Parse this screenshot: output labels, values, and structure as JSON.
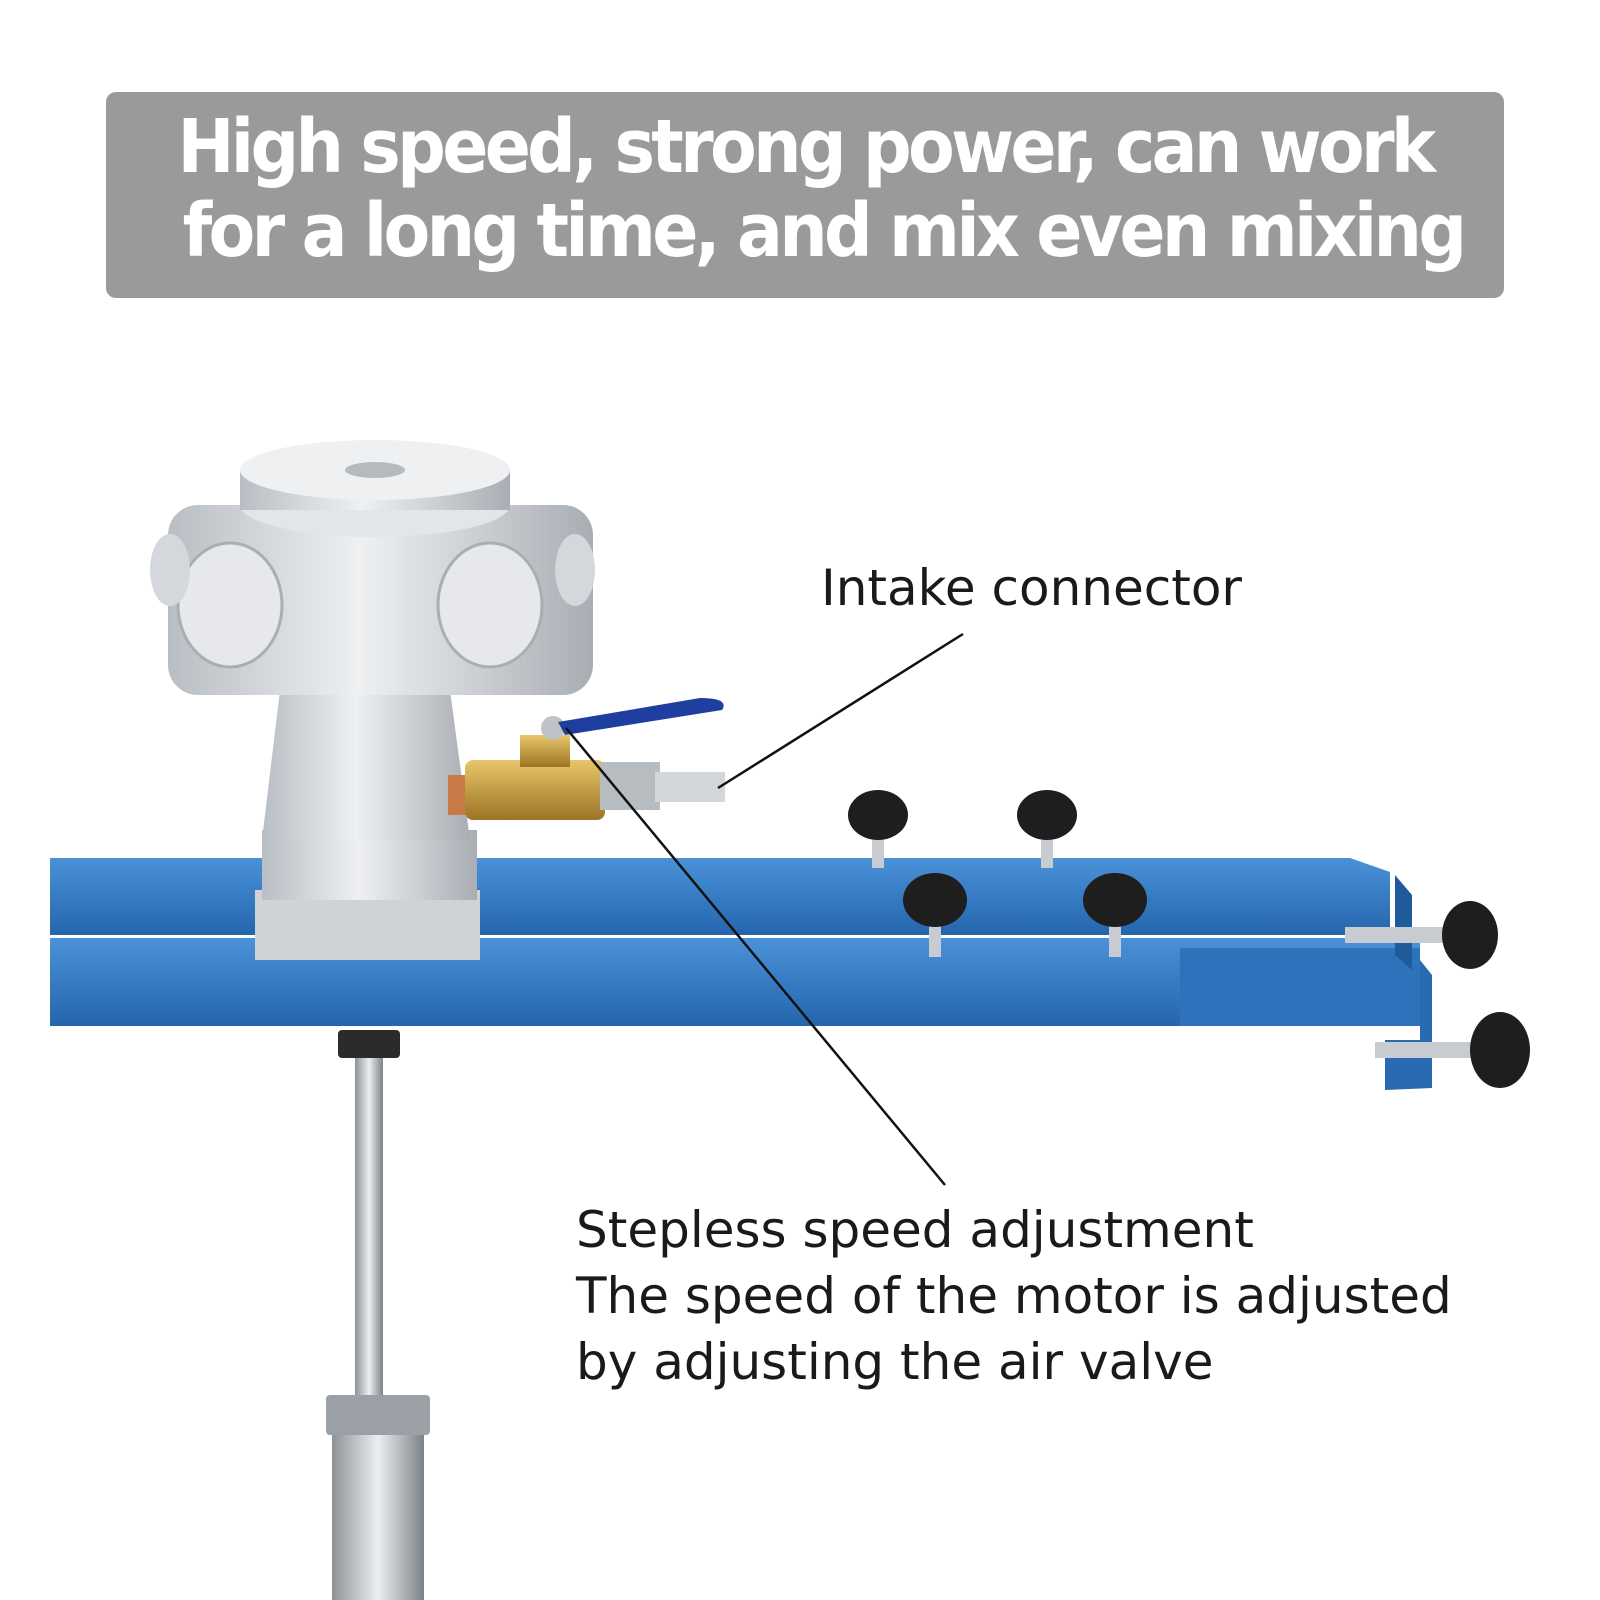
{
  "banner": {
    "line1": "High speed, strong power, can work",
    "line2": "for a long time, and mix even mixing"
  },
  "callouts": {
    "intake": "Intake connector",
    "speed_title": "Stepless speed adjustment",
    "speed_line2": "The speed of the motor is adjusted",
    "speed_line3": "by adjusting the air valve"
  },
  "colors": {
    "banner_bg": "#9a9a9a",
    "frame_blue": "#2f78c4",
    "motor_silver": "#d9dcdf",
    "valve_brass": "#c9a24a",
    "handle_blue": "#1f3fa0"
  }
}
